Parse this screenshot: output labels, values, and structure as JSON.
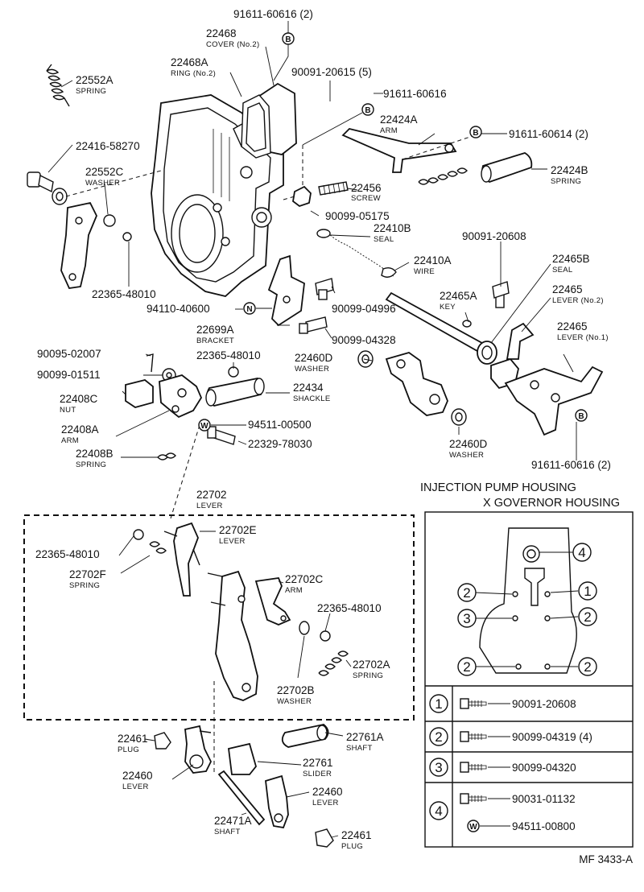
{
  "callouts": [
    {
      "id": "c1",
      "number": "91611-60616 (2)",
      "name": ""
    },
    {
      "id": "c2",
      "number": "22468",
      "name": "COVER (No.2)"
    },
    {
      "id": "c3",
      "number": "22468A",
      "name": "RING (No.2)"
    },
    {
      "id": "c4",
      "number": "22552A",
      "name": "SPRING"
    },
    {
      "id": "c5",
      "number": "90091-20615 (5)",
      "name": ""
    },
    {
      "id": "c6",
      "number": "91611-60616",
      "name": ""
    },
    {
      "id": "c7",
      "number": "22424A",
      "name": "ARM"
    },
    {
      "id": "c8",
      "number": "91611-60614 (2)",
      "name": ""
    },
    {
      "id": "c9",
      "number": "22416-58270",
      "name": ""
    },
    {
      "id": "c10",
      "number": "22552C",
      "name": "WASHER"
    },
    {
      "id": "c11",
      "number": "22424B",
      "name": "SPRING"
    },
    {
      "id": "c12",
      "number": "22456",
      "name": "SCREW"
    },
    {
      "id": "c13",
      "number": "90099-05175",
      "name": ""
    },
    {
      "id": "c14",
      "number": "22410B",
      "name": "SEAL"
    },
    {
      "id": "c15",
      "number": "90091-20608",
      "name": ""
    },
    {
      "id": "c16",
      "number": "22410A",
      "name": "WIRE"
    },
    {
      "id": "c17",
      "number": "22465B",
      "name": "SEAL"
    },
    {
      "id": "c18",
      "number": "22365-48010",
      "name": ""
    },
    {
      "id": "c19",
      "number": "22465A",
      "name": "KEY"
    },
    {
      "id": "c20",
      "number": "22465",
      "name": "LEVER (No.2)"
    },
    {
      "id": "c21",
      "number": "94110-40600",
      "name": ""
    },
    {
      "id": "c22",
      "number": "90099-04996",
      "name": ""
    },
    {
      "id": "c23",
      "number": "22699A",
      "name": "BRACKET"
    },
    {
      "id": "c24",
      "number": "90099-04328",
      "name": ""
    },
    {
      "id": "c25",
      "number": "22465",
      "name": "LEVER (No.1)"
    },
    {
      "id": "c26",
      "number": "90095-02007",
      "name": ""
    },
    {
      "id": "c27",
      "number": "22365-48010",
      "name": ""
    },
    {
      "id": "c28",
      "number": "22460D",
      "name": "WASHER"
    },
    {
      "id": "c29",
      "number": "90099-01511",
      "name": ""
    },
    {
      "id": "c30",
      "number": "22434",
      "name": "SHACKLE"
    },
    {
      "id": "c31",
      "number": "22408C",
      "name": "NUT"
    },
    {
      "id": "c32",
      "number": "22408A",
      "name": "ARM"
    },
    {
      "id": "c33",
      "number": "94511-00500",
      "name": ""
    },
    {
      "id": "c34",
      "number": "22329-78030",
      "name": ""
    },
    {
      "id": "c35",
      "number": "22460D",
      "name": "WASHER"
    },
    {
      "id": "c36",
      "number": "22408B",
      "name": "SPRING"
    },
    {
      "id": "c37",
      "number": "91611-60616 (2)",
      "name": ""
    },
    {
      "id": "c38",
      "number": "22702",
      "name": "LEVER"
    },
    {
      "id": "c39",
      "number": "22702E",
      "name": "LEVER"
    },
    {
      "id": "c40",
      "number": "22365-48010",
      "name": ""
    },
    {
      "id": "c41",
      "number": "22702F",
      "name": "SPRING"
    },
    {
      "id": "c42",
      "number": "22702C",
      "name": "ARM"
    },
    {
      "id": "c43",
      "number": "22365-48010",
      "name": ""
    },
    {
      "id": "c44",
      "number": "22702A",
      "name": "SPRING"
    },
    {
      "id": "c45",
      "number": "22702B",
      "name": "WASHER"
    },
    {
      "id": "c46",
      "number": "22461",
      "name": "PLUG"
    },
    {
      "id": "c47",
      "number": "22761A",
      "name": "SHAFT"
    },
    {
      "id": "c48",
      "number": "22761",
      "name": "SLIDER"
    },
    {
      "id": "c49",
      "number": "22460",
      "name": "LEVER"
    },
    {
      "id": "c50",
      "number": "22460",
      "name": "LEVER"
    },
    {
      "id": "c51",
      "number": "22471A",
      "name": "SHAFT"
    },
    {
      "id": "c52",
      "number": "22461",
      "name": "PLUG"
    }
  ],
  "markers": {
    "B": "B",
    "N": "N",
    "W": "W"
  },
  "section": {
    "title_line1": "INJECTION PUMP HOUSING",
    "title_line2": "X GOVERNOR HOUSING"
  },
  "inset_markers": [
    "4",
    "2",
    "1",
    "3",
    "2",
    "2",
    "2"
  ],
  "bolt_table": [
    {
      "key": "1",
      "parts": [
        {
          "marker": "",
          "number": "90091-20608"
        }
      ]
    },
    {
      "key": "2",
      "parts": [
        {
          "marker": "",
          "number": "90099-04319 (4)"
        }
      ]
    },
    {
      "key": "3",
      "parts": [
        {
          "marker": "",
          "number": "90099-04320"
        }
      ]
    },
    {
      "key": "4",
      "parts": [
        {
          "marker": "",
          "number": "90031-01132"
        },
        {
          "marker": "W",
          "number": "94511-00800"
        }
      ]
    }
  ],
  "figure_id": "MF 3433-A"
}
